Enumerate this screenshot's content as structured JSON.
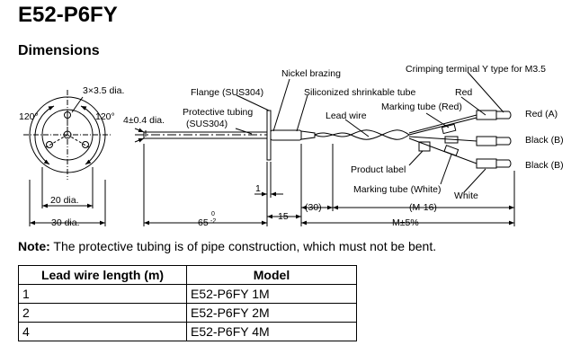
{
  "title": "E52-P6FY",
  "subtitle": "Dimensions",
  "labels": {
    "hole_dia": "3×3.5 dia.",
    "angle_left": "120°",
    "angle_right": "120°",
    "inner_dia": "20 dia.",
    "outer_dia": "30 dia.",
    "tube_dia": "4±0.4 dia.",
    "flange": "Flange (SUS304)",
    "protective_tubing_1": "Protective tubing",
    "protective_tubing_2": "(SUS304)",
    "nickel_brazing": "Nickel brazing",
    "shrink_tube": "Siliconized shrinkable tube",
    "crimp_terminal": "Crimping terminal Y type for M3.5",
    "red": "Red",
    "lead_wire": "Lead wire",
    "marking_red": "Marking tube (Red)",
    "red_a": "Red (A)",
    "black_b1": "Black (B)",
    "black_b2": "Black (B)",
    "product_label": "Product label",
    "marking_white": "Marking tube (White)",
    "white": "White",
    "dim_1": "1",
    "dim_65": "65",
    "dim_65_tol_top": "0",
    "dim_65_tol_bottom": "-2",
    "dim_15": "15",
    "dim_30": "(30)",
    "dim_m16": "(M-16)",
    "dim_m": "M±5%"
  },
  "note": {
    "label": "Note:",
    "text": " The protective tubing is of pipe construction, which must not be bent."
  },
  "table": {
    "headers": [
      "Lead wire length (m)",
      "Model"
    ],
    "rows": [
      [
        "1",
        "E52-P6FY 1M"
      ],
      [
        "2",
        "E52-P6FY 2M"
      ],
      [
        "4",
        "E52-P6FY 4M"
      ]
    ]
  }
}
